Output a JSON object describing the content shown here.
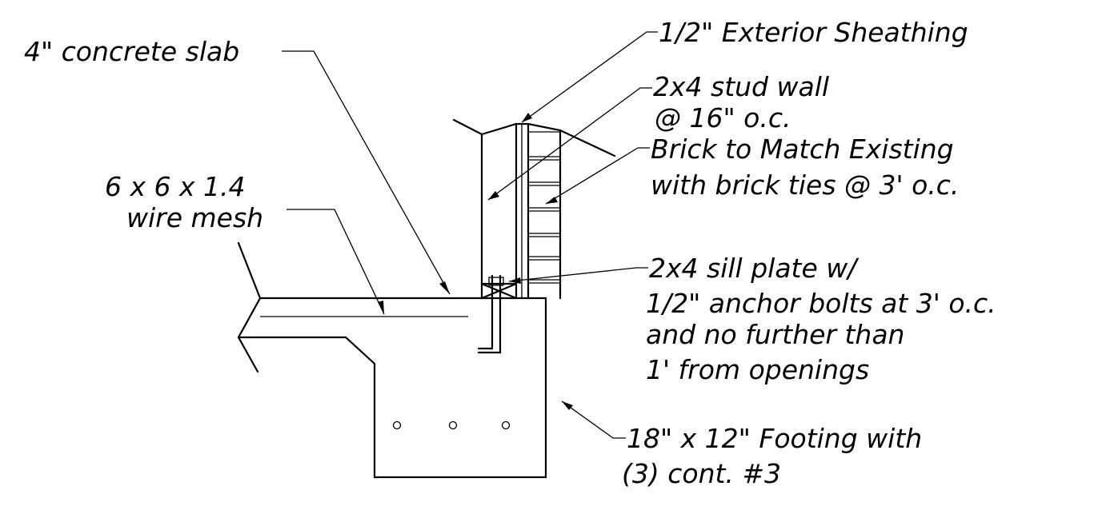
{
  "labels": {
    "slab": "4\" concrete slab",
    "sheathing": "1/2\" Exterior Sheathing",
    "stud_line1": "2x4 stud wall",
    "stud_line2": "@ 16\" o.c.",
    "brick_line1": "Brick to Match Existing",
    "brick_line2": "with brick ties @ 3' o.c.",
    "mesh_line1": "6 x 6 x 1.4",
    "mesh_line2": "wire mesh",
    "sill_line1": "2x4 sill plate w/",
    "sill_line2": "1/2\" anchor bolts at 3' o.c.",
    "sill_line3": "and no further than",
    "sill_line4": "1' from openings",
    "footing_line1": "18\" x 12\" Footing with",
    "footing_line2": "(3) cont. #3"
  }
}
